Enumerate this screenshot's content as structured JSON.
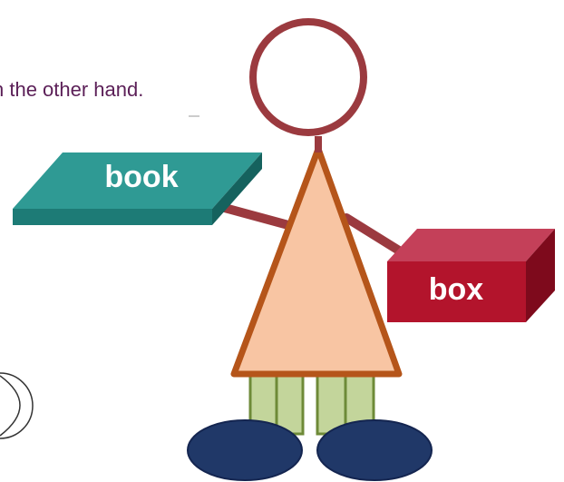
{
  "caption": {
    "text": "n the other hand."
  },
  "book": {
    "label": "book",
    "color": "#2f9a94"
  },
  "box": {
    "label": "box",
    "color": "#b3142c"
  },
  "figure": {
    "head_color": "#9b3a3f",
    "body_fill": "#f8c5a3",
    "body_stroke": "#b5551a",
    "arm_color": "#9b3a3f",
    "leg_fill": "#c3d59b",
    "leg_stroke": "#6e8a38",
    "shoe_color": "#203868"
  }
}
